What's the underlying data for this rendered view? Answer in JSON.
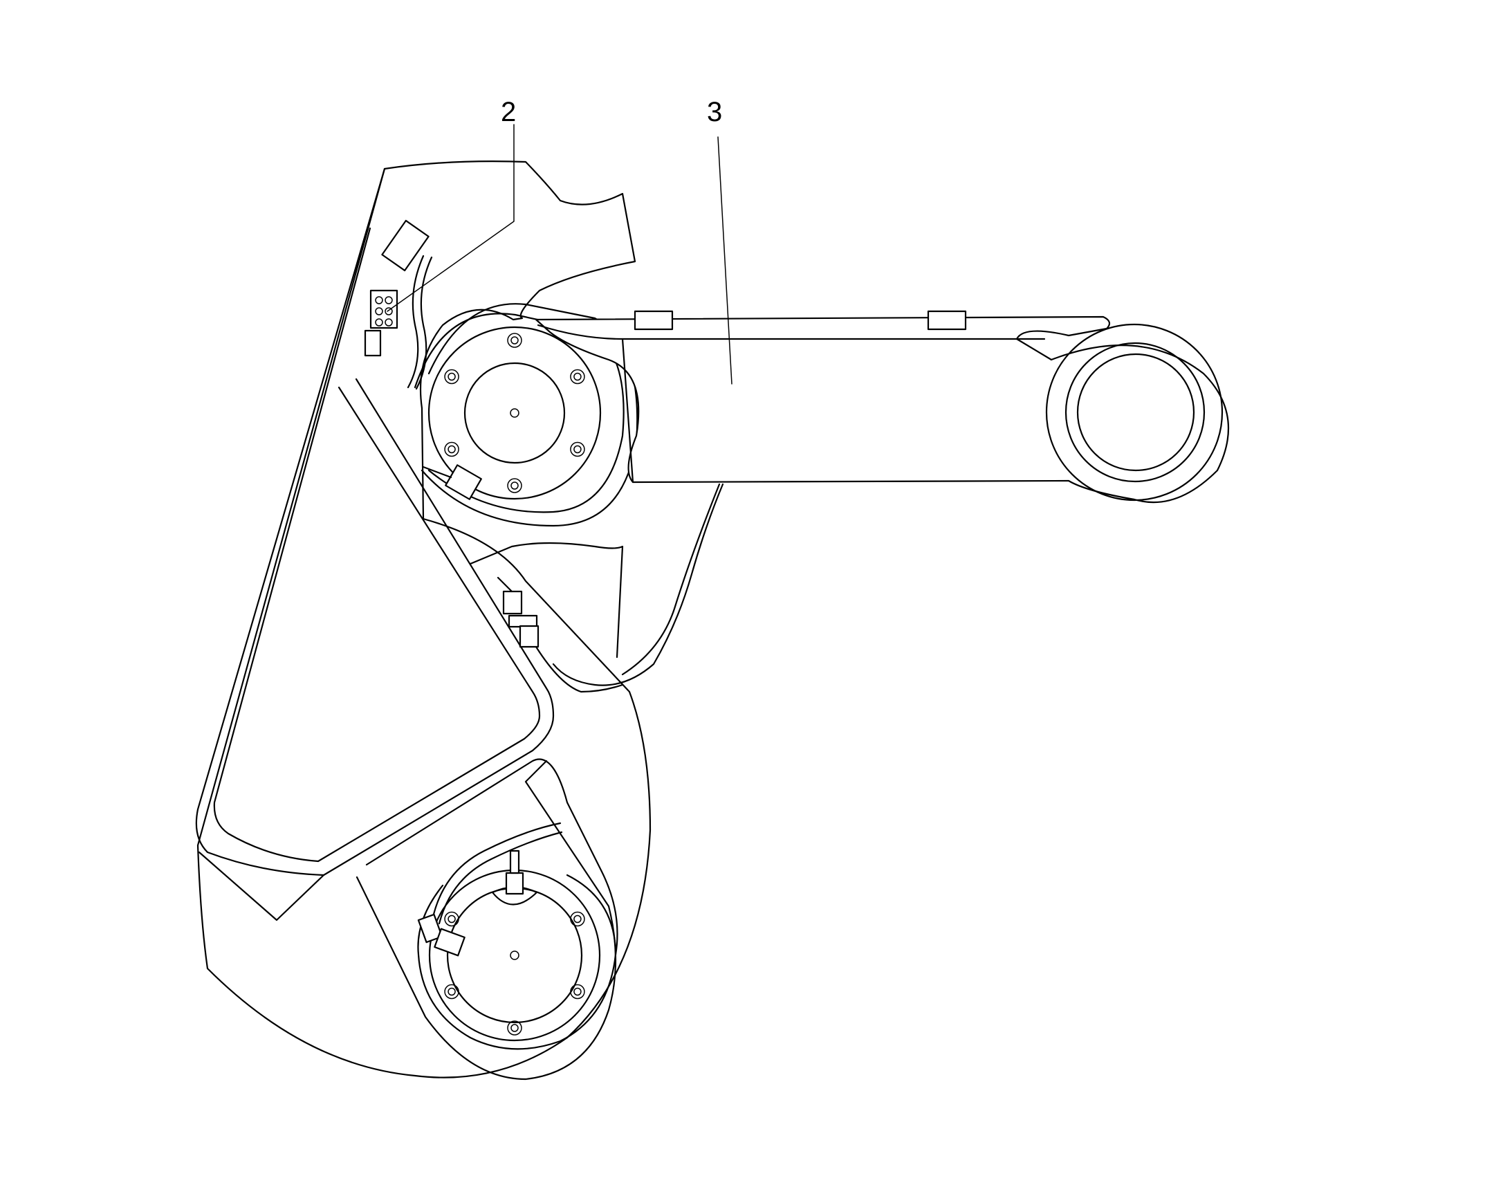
{
  "callouts": [
    {
      "id": "callout-2",
      "label": "2"
    },
    {
      "id": "callout-3",
      "label": "3"
    }
  ],
  "colors": {
    "line": "#000000",
    "background": "#ffffff"
  }
}
